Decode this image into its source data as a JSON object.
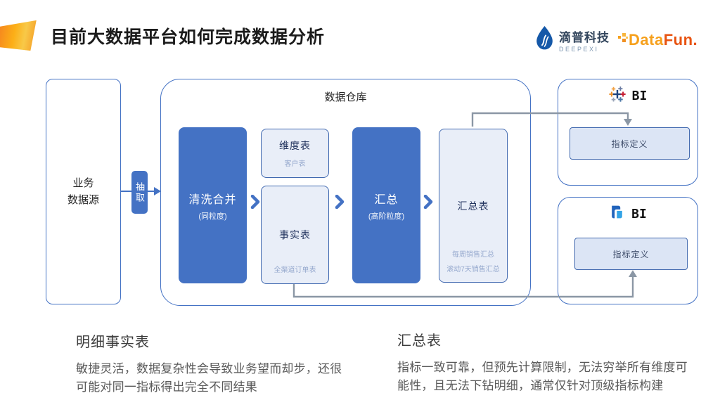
{
  "slide": {
    "title": "目前大数据平台如何完成数据分析"
  },
  "logos": {
    "deepexi_name": "滴普科技",
    "deepexi_sub": "DEEPEXI",
    "datafun_part1": "Data",
    "datafun_part2": "Fun."
  },
  "diagram": {
    "source_line1": "业务",
    "source_line2": "数据源",
    "extract": "抽取",
    "warehouse_title": "数据仓库",
    "clean_merge_title": "清洗合并",
    "clean_merge_sub": "(同粒度)",
    "dim_title": "维度表",
    "dim_sub": "客户表",
    "fact_title": "事实表",
    "fact_sub": "全渠道订单表",
    "agg_title": "汇总",
    "agg_sub": "(高阶粒度)",
    "summary_title": "汇总表",
    "summary_sub1": "每周销售汇总",
    "summary_sub2": "滚动7天销售汇总",
    "bi_top_label": "BI",
    "bi_top_metric": "指标定义",
    "bi_bottom_label": "BI",
    "bi_bottom_metric": "指标定义"
  },
  "notes": {
    "left_heading": "明细事实表",
    "left_body": "敏捷灵活，数据复杂性会导致业务望而却步，还很可能对同一指标得出完全不同结果",
    "right_heading": "汇总表",
    "right_body": "指标一致可靠，但预先计算限制，无法穷举所有维度可能性，且无法下钻明细，通常仅针对顶级指标构建"
  },
  "icons": {
    "header_mark": "orange-parallelogram-logo",
    "deepexi": "water-drop-icon",
    "datafun": "pixel-cluster-icon",
    "bi_top": "tableau-plus-cluster-icon",
    "bi_bottom": "finebi-icon",
    "flow": "chevron-right-icon",
    "arrows": "flow-arrow"
  },
  "colors": {
    "accent_blue": "#4472C4",
    "light_fill": "#E9EEF8",
    "metric_fill": "#DCE5F5",
    "connector_gray": "#8B97A5",
    "sub_text_blue": "#96A9CE",
    "datafun_orange": "#F6A01C",
    "datafun_red": "#E85412"
  }
}
